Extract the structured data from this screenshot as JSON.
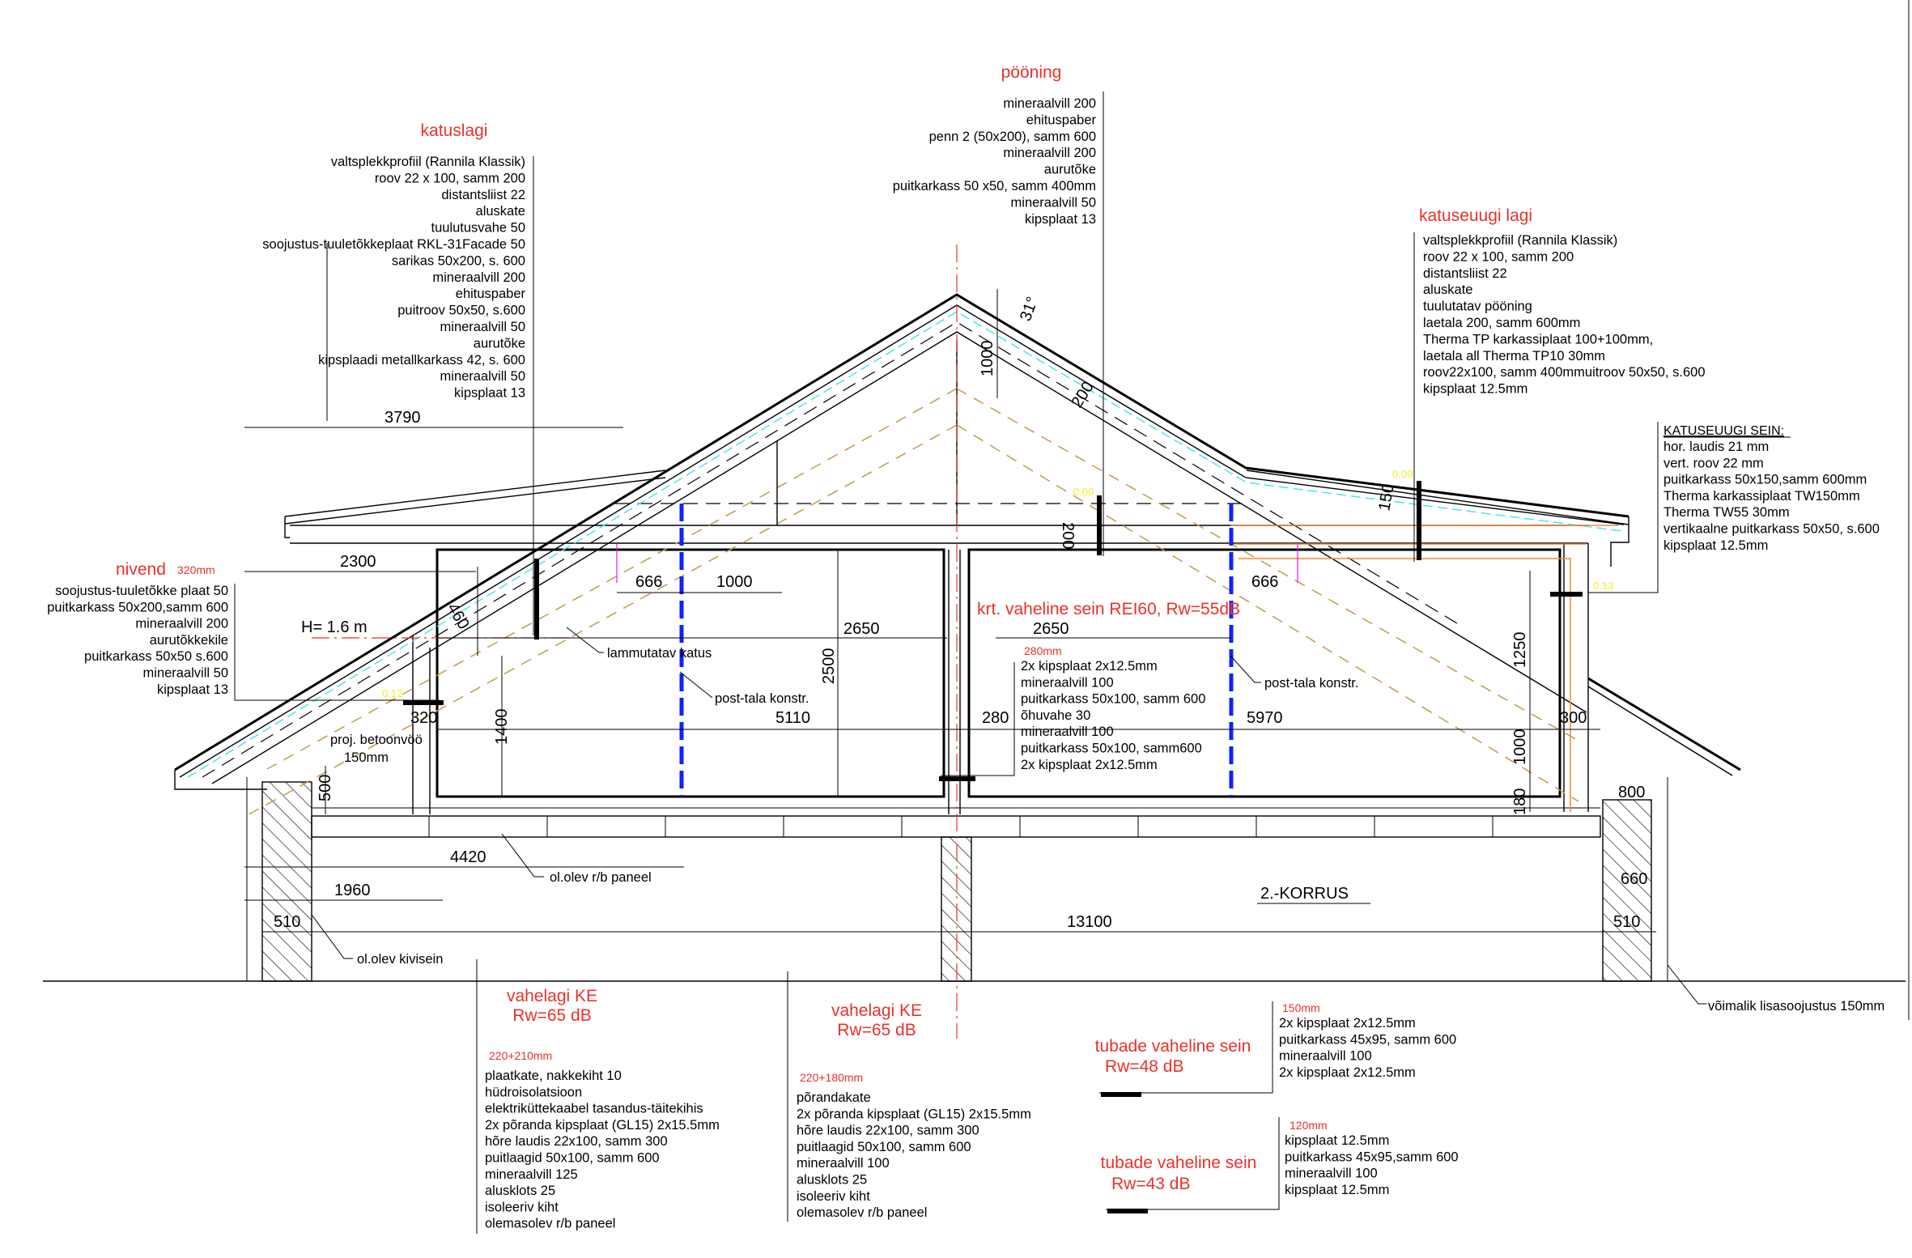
{
  "notes": {
    "katuslagi": {
      "title": "katuslagi",
      "items": [
        "valtsplekkprofiil (Rannila Klassik)",
        "roov 22 x 100, samm 200",
        "distantsliist 22",
        "aluskate",
        "tuulutusvahe  50",
        "soojustus-tuuletõkkeplaat  RKL-31Facade 50",
        "sarikas 50x200, s. 600",
        "mineraalvill 200",
        "ehituspaber",
        "puitroov 50x50, s.600",
        "mineraalvill 50",
        "aurutõke",
        "kipsplaadi metallkarkass 42, s. 600",
        "mineraalvill 50",
        "kipsplaat 13"
      ]
    },
    "pooning": {
      "title": "pööning",
      "items": [
        "mineraalvill  200",
        "ehituspaber",
        "penn 2 (50x200), samm 600",
        "mineraalvill 200",
        "aurutõke",
        "puitkarkass 50 x50, samm 400mm",
        "mineraalvill 50",
        "kipsplaat 13"
      ]
    },
    "katuseuugi_lagi": {
      "title": "katuseuugi lagi",
      "items": [
        "valtsplekkprofiil (Rannila Klassik)",
        "roov 22 x 100, samm 200",
        "distantsliist 22",
        "aluskate",
        "tuulutatav pööning",
        "laetala 200, samm 600mm",
        "Therma TP karkassiplaat 100+100mm,",
        "laetala all Therma TP10  30mm",
        "roov22x100, samm 400mmuitroov 50x50, s.600",
        "kipsplaat 12.5mm"
      ]
    },
    "katuseuugi_sein": {
      "title": "KATUSEUUGI SEIN:",
      "items": [
        "hor. laudis  21 mm",
        "vert. roov 22 mm",
        "puitkarkass 50x150,samm 600mm",
        "Therma karkassiplaat TW150mm",
        "Therma TW55 30mm",
        "vertikaalne puitkarkass 50x50, s.600",
        "kipsplaat 12.5mm"
      ]
    },
    "nivend": {
      "title": "nivend",
      "thickness": "320mm",
      "items": [
        "soojustus-tuuletõkke plaat 50",
        "puitkarkass 50x200,samm 600",
        "mineraalvill 200",
        "aurutõkkekile",
        "puitkarkass 50x50 s.600",
        "mineraalvill 50",
        "kipsplaat 13"
      ]
    },
    "krt_sein": {
      "title": "krt. vaheline sein REI60, Rw=55dB",
      "thickness": "280mm",
      "items": [
        "2x kipsplaat 2x12.5mm",
        "mineraalvill 100",
        "puitkarkass 50x100, samm 600",
        "õhuvahe 30",
        "mineraalvill 100",
        "puitkarkass 50x100, samm600",
        "2x kipsplaat 2x12.5mm"
      ]
    },
    "vahelagi1": {
      "title": "vahelagi KE",
      "rating": "Rw=65 dB",
      "thickness": "220+210mm",
      "items": [
        "plaatkate, nakkekiht 10",
        "hüdroisolatsioon",
        "elektriküttekaabel tasandus-täitekihis",
        "2x põranda kipsplaat (GL15)  2x15.5mm",
        "hõre laudis 22x100, samm 300",
        "puitlaagid 50x100, samm 600",
        "mineraalvill 125",
        "alusklots 25",
        "isoleeriv kiht",
        "olemasolev r/b paneel"
      ]
    },
    "vahelagi2": {
      "title": "vahelagi KE",
      "rating": "Rw=65 dB",
      "thickness": "220+180mm",
      "items": [
        "põrandakate",
        "2x põranda kipsplaat (GL15)  2x15.5mm",
        "hõre laudis 22x100, samm 300",
        "puitlaagid 50x100, samm 600",
        "mineraalvill 100",
        "alusklots 25",
        "isoleeriv kiht",
        "olemasolev r/b paneel"
      ]
    },
    "tubade48": {
      "title": "tubade vaheline sein",
      "rating": "Rw=48 dB",
      "thickness": "150mm",
      "items": [
        "2x kipsplaat 2x12.5mm",
        "puitkarkass 45x95, samm 600",
        "mineraalvill 100",
        "2x kipsplaat 2x12.5mm"
      ]
    },
    "tubade43": {
      "title": "tubade vaheline sein",
      "rating": "Rw=43 dB",
      "thickness": "120mm",
      "items": [
        "kipsplaat 12.5mm",
        "puitkarkass 45x95,samm 600",
        "mineraalvill 100",
        "kipsplaat 12.5mm"
      ]
    }
  },
  "labels": {
    "h_line": "H= 1.6 m",
    "lammutatav": "lammutatav katus",
    "post_tala_left": "post-tala konstr.",
    "post_tala_right": "post-tala konstr.",
    "betoonvoo": "proj. betoonvöö",
    "betoonvoo_size": "150mm",
    "paneel": "ol.olev r/b paneel",
    "kivisein": "ol.olev kivisein",
    "floor": "2.-KORRUS",
    "lisasoojustus": "võimalik lisasoojustus 150mm"
  },
  "dimensions": {
    "d3790": "3790",
    "d2300": "2300",
    "d460": "460",
    "d666a": "666",
    "d1000a": "1000",
    "d2650a": "2650",
    "d2500": "2500",
    "d1400": "1400",
    "d5110": "5110",
    "d320": "320",
    "d500": "500",
    "d4420": "4420",
    "d1960": "1960",
    "d510a": "510",
    "d13100": "13100",
    "d510b": "510",
    "d660": "660",
    "d800": "800",
    "d300": "300",
    "d1000b": "1000",
    "d31": "31°",
    "d200a": "200",
    "d150": "150",
    "d200b": "200",
    "d2650b": "2650",
    "d280": "280",
    "d5970": "5970",
    "d666b": "666",
    "d1250": "1250",
    "d1000c": "1000",
    "d180": "180"
  },
  "slopes": {
    "s1": "0.12",
    "s2": "0.09",
    "s3": "0.09",
    "s4": "0.13"
  },
  "colors": {
    "annotation": "#e8312a",
    "post": "#1020ff",
    "insulation": "#4fe3f0"
  }
}
